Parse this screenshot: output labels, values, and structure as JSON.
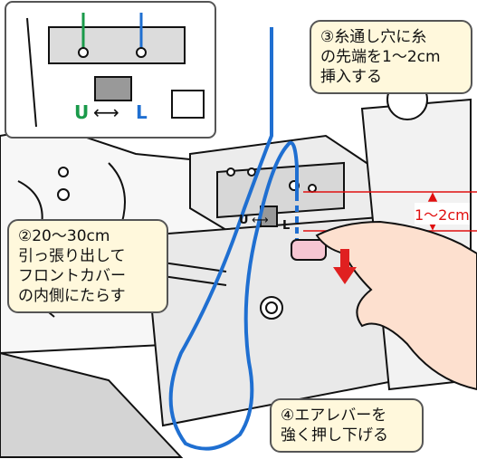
{
  "inset": {
    "u_label": "U",
    "l_label": "L",
    "arrow_symbol": "⟷",
    "colors": {
      "u": "#1a9a4a",
      "l": "#1f6fd1"
    }
  },
  "callouts": {
    "step3": "③糸通し穴に糸\nの先端を1〜2cm\n挿入する",
    "step2": "②20〜30cm\n引っ張り出して\nフロントカバー\nの内側にたらす",
    "step4": "④エアレバーを\n強く押し下げる"
  },
  "dimension": {
    "label": "1〜2cm",
    "color": "#e01010"
  },
  "machine": {
    "u_label": "U",
    "l_label": "L",
    "arrow_symbol": "⟷"
  },
  "colors": {
    "thread": "#1f6fd1",
    "callout_fill": "#fff8dc",
    "push_arrow": "#e02020",
    "lever": "#f6c6d2",
    "hand": "#fde0cf"
  }
}
